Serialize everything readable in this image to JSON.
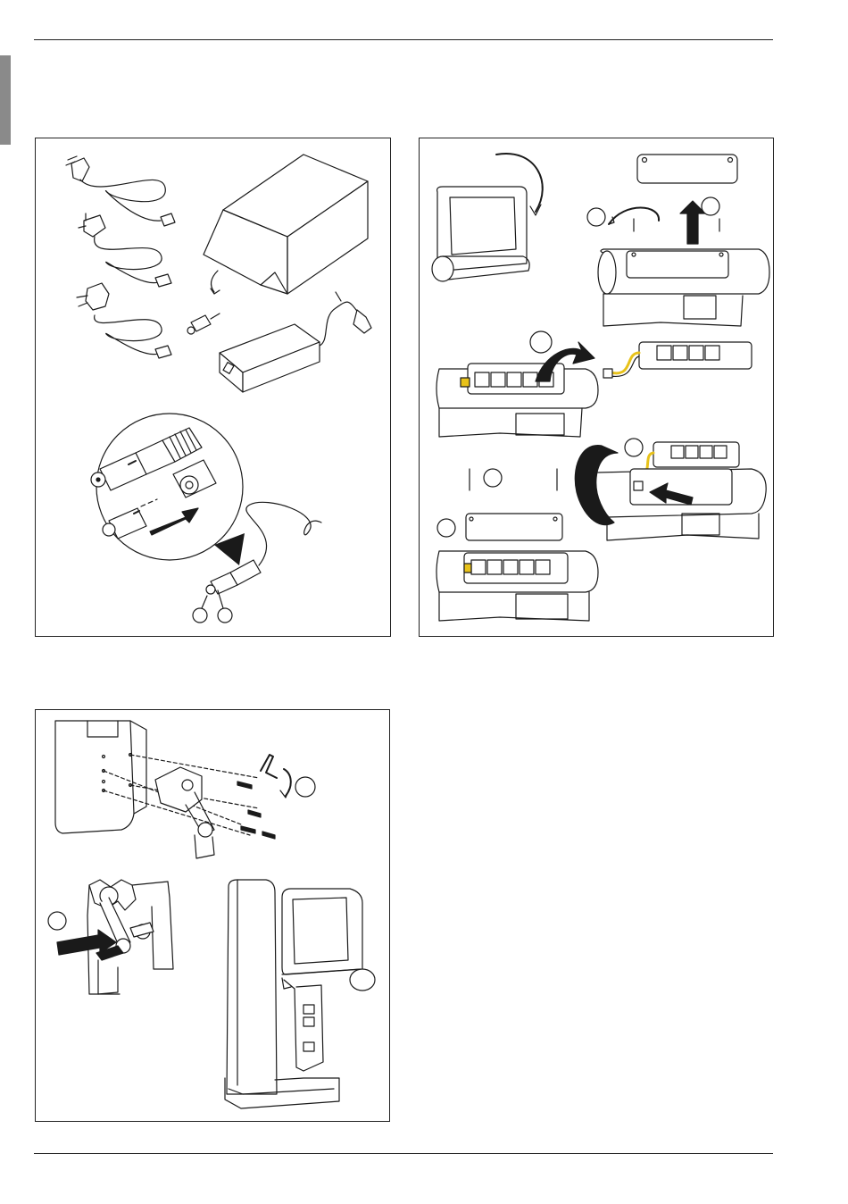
{
  "page": {
    "header_rule": "top",
    "footer_rule": "bottom"
  },
  "figures": [
    {
      "id": "power-supply-figure",
      "depicts": [
        "plug-adapters-icon",
        "open-box-icon",
        "power-adapter-icon",
        "connector-detail-icon"
      ],
      "step_markers": 2
    },
    {
      "id": "battery-replacement-figure",
      "depicts": [
        "monitor-rotate-icon",
        "cover-removal-icon",
        "battery-pack-icon",
        "battery-insert-icon",
        "cover-refit-icon"
      ],
      "step_markers": 6
    },
    {
      "id": "mounting-bracket-figure",
      "depicts": [
        "bracket-screws-icon",
        "hex-key-icon",
        "pin-insert-icon",
        "mounted-monitor-icon"
      ],
      "step_markers": 2
    }
  ],
  "colors": {
    "line": "#1a1a1a",
    "side_tab": "#8a8a8a",
    "wire_yellow": "#e8c21a",
    "background": "#ffffff"
  }
}
